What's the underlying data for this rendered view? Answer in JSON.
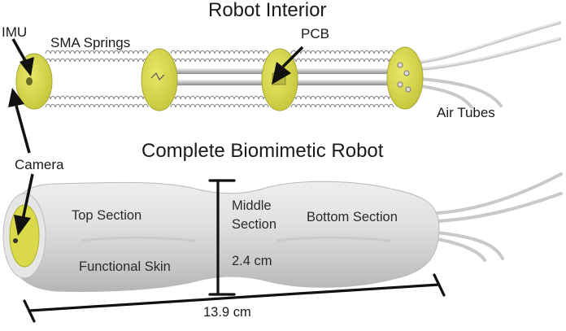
{
  "titles": {
    "interior": "Robot Interior",
    "complete": "Complete Biomimetic Robot"
  },
  "labels": {
    "imu": "IMU",
    "sma_springs": "SMA Springs",
    "pcb": "PCB",
    "air_tubes": "Air Tubes",
    "camera": "Camera",
    "top_section": "Top Section",
    "middle_section_line1": "Middle",
    "middle_section_line2": "Section",
    "diameter": "2.4 cm",
    "bottom_section": "Bottom Section",
    "functional_skin": "Functional Skin",
    "length": "13.9 cm"
  },
  "colors": {
    "disk_yellow": "#d8d84a",
    "skin_gray": "#dcdcdc",
    "spring_gray": "#8a8a8a",
    "tube_gray": "#c8c8c8",
    "arrow_black": "#111111"
  }
}
